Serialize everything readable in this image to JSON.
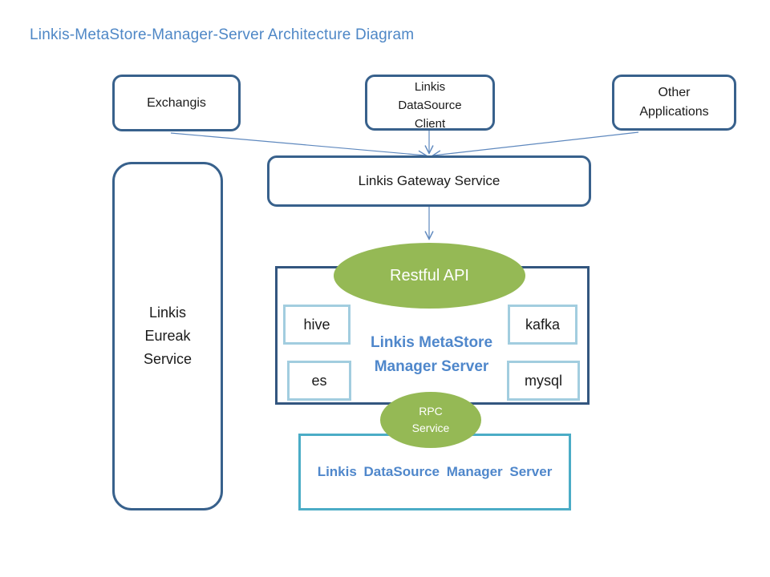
{
  "title": "Linkis-MetaStore-Manager-Server Architecture Diagram",
  "colors": {
    "title_text": "#4E87C6",
    "rounded_box_border": "#38618C",
    "container_box_border": "#33567F",
    "teal_box_border": "#4BACC6",
    "inner_box_border": "#A2CDDF",
    "ellipse_green": "#95B955",
    "arrow_blue": "#5E88BE",
    "bold_blue_text": "#4F87CB",
    "body_text": "#1A1A1A"
  },
  "nodes": {
    "exchangis": {
      "label": "Exchangis"
    },
    "datasource_client": {
      "lines": [
        "Linkis",
        "DataSource",
        "Client"
      ]
    },
    "other_applications": {
      "lines": [
        "Other",
        "Applications"
      ]
    },
    "gateway": {
      "label": "Linkis Gateway Service"
    },
    "eureka": {
      "lines": [
        "Linkis",
        "Eureak",
        "Service"
      ]
    },
    "restful_api": {
      "label": "Restful API"
    },
    "metastore_manager": {
      "lines": [
        "Linkis MetaStore",
        "Manager Server"
      ]
    },
    "hive": {
      "label": "hive"
    },
    "kafka": {
      "label": "kafka"
    },
    "es": {
      "label": "es"
    },
    "mysql": {
      "label": "mysql"
    },
    "rpc_service": {
      "lines": [
        "RPC",
        "Service"
      ]
    },
    "datasource_manager": {
      "label": "Linkis DataSource Manager Server"
    }
  },
  "edges": [
    {
      "from": "exchangis",
      "to": "gateway"
    },
    {
      "from": "datasource_client",
      "to": "gateway"
    },
    {
      "from": "other_applications",
      "to": "gateway"
    },
    {
      "from": "gateway",
      "to": "restful_api"
    }
  ]
}
